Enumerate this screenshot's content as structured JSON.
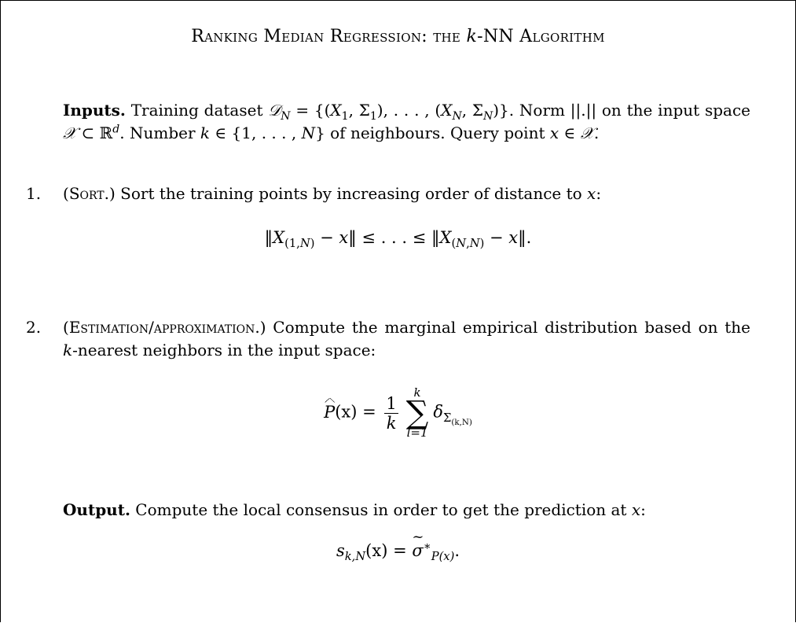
{
  "title": {
    "prefix": "Ranking Median Regression: the ",
    "k": "k",
    "suffix": "-NN Algorithm"
  },
  "inputs": {
    "label": "Inputs.",
    "text_1": " Training dataset ",
    "dataset_sym": "𝒟",
    "dataset_sub": "N",
    "dataset_eq": " = {(X",
    "text_2": "), . . . , (X",
    "norm_text": ". Norm ||.|| on the input space ",
    "space_sym": "𝒳",
    "subset_text": " ⊂ ℝ",
    "dim": "d",
    "num_text": ". Number ",
    "k": "k",
    "range_text": " ∈ {1, . . . , N} of neighbours. Query point ",
    "x": "x",
    "in_text": " ∈ ",
    "end": "."
  },
  "step1": {
    "number": "1.",
    "label": "Sort.",
    "text": " Sort the training points by increasing order of distance to ",
    "x": "x",
    "end": ":",
    "equation": "‖X(1,N) − x‖ ≤ . . . ≤ ‖X(N,N) − x‖."
  },
  "step2": {
    "number": "2.",
    "label": "Estimation/approximation.",
    "text": " Compute the marginal empirical distribution based on the ",
    "k": "k",
    "text_2": "-nearest neighbors in the input space:",
    "lhs": "P",
    "lhs_arg": "(x) = ",
    "frac_num": "1",
    "frac_den": "k",
    "sum_upper": "k",
    "sum_lower": "l=1",
    "delta": "δ",
    "delta_sub": "Σ",
    "delta_subsub": "(k,N)"
  },
  "output": {
    "label": "Output.",
    "text": " Compute the local consensus in order to get the prediction at ",
    "x": "x",
    "end": ":",
    "lhs": "s",
    "lhs_sub": "k,N",
    "lhs_arg": "(x) = ",
    "sigma": "σ",
    "star": "∗",
    "sub": "P(x)",
    "end_eq": "."
  }
}
